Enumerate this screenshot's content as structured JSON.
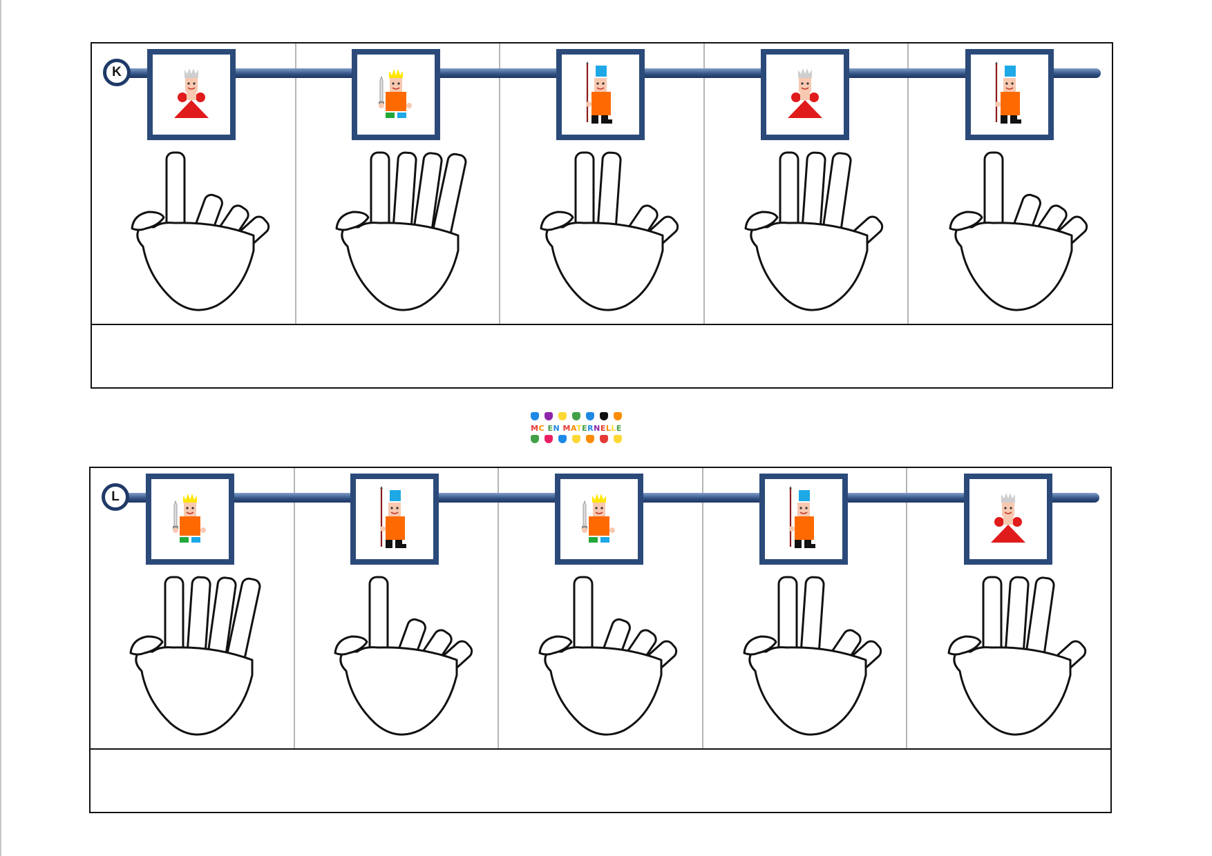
{
  "logo": {
    "text": "MC EN MATERNELLE",
    "letter_colors": [
      "#e53935",
      "#fb8c00",
      "#fdd835",
      "#43a047",
      "#1e88e5",
      "#8e24aa"
    ],
    "hand_colors_top": [
      "#1e88e5",
      "#8e24aa",
      "#fdd835",
      "#43a047",
      "#1e88e5",
      "#111111",
      "#fb8c00"
    ],
    "hand_colors_bottom": [
      "#43a047",
      "#e91e63",
      "#1e88e5",
      "#fdd835",
      "#fb8c00",
      "#e53935",
      "#fdd835"
    ]
  },
  "cards": [
    {
      "label": "K",
      "items": [
        {
          "character": "queen",
          "fingers": 1
        },
        {
          "character": "king",
          "fingers": 4
        },
        {
          "character": "soldier",
          "fingers": 2
        },
        {
          "character": "queen",
          "fingers": 3
        },
        {
          "character": "soldier",
          "fingers": 1
        }
      ]
    },
    {
      "label": "L",
      "items": [
        {
          "character": "king",
          "fingers": 4
        },
        {
          "character": "soldier",
          "fingers": 1
        },
        {
          "character": "king",
          "fingers": 1
        },
        {
          "character": "soldier",
          "fingers": 2
        },
        {
          "character": "queen",
          "fingers": 3
        }
      ]
    }
  ],
  "colors": {
    "frame": "#2b4a7a",
    "rod": "#2f4f82",
    "queen_dress": "#e01b1b",
    "orange": "#ff6a00",
    "blue_hat": "#1ea8e6",
    "crown_gold": "#ffe600",
    "crown_silver": "#cfcfcf",
    "skin": "#f8c8b0",
    "green": "#22a83a"
  }
}
